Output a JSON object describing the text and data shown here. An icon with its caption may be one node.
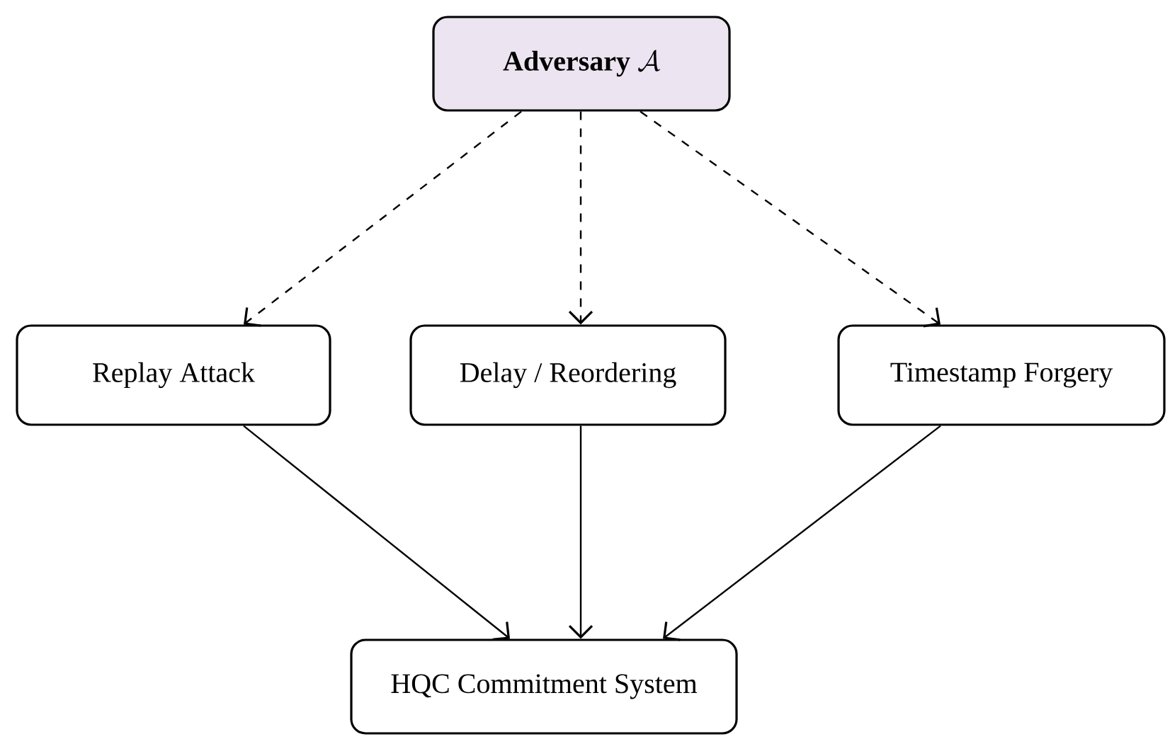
{
  "diagram": {
    "nodes": [
      {
        "text": [
          "Adversary",
          "\\mathcal{A}"
        ]
      },
      {
        "text": [
          "Replay Attack"
        ]
      },
      {
        "text": [
          "Delay / Reordering"
        ]
      },
      {
        "text": [
          "Timestamp Forgery"
        ]
      },
      {
        "text": [
          "HQC Commitment System"
        ]
      }
    ],
    "edges": [
      {
        "from": 0,
        "to": 1,
        "arrow": "to",
        "style": "dashed"
      },
      {
        "from": 0,
        "to": 2,
        "arrow": "to",
        "style": "dashed"
      },
      {
        "from": 0,
        "to": 3,
        "arrow": "to",
        "style": "dashed"
      },
      {
        "from": 1,
        "to": 4,
        "arrow": "to"
      },
      {
        "from": 2,
        "to": 4,
        "arrow": "to"
      },
      {
        "from": 3,
        "to": 4,
        "arrow": "to"
      }
    ]
  }
}
